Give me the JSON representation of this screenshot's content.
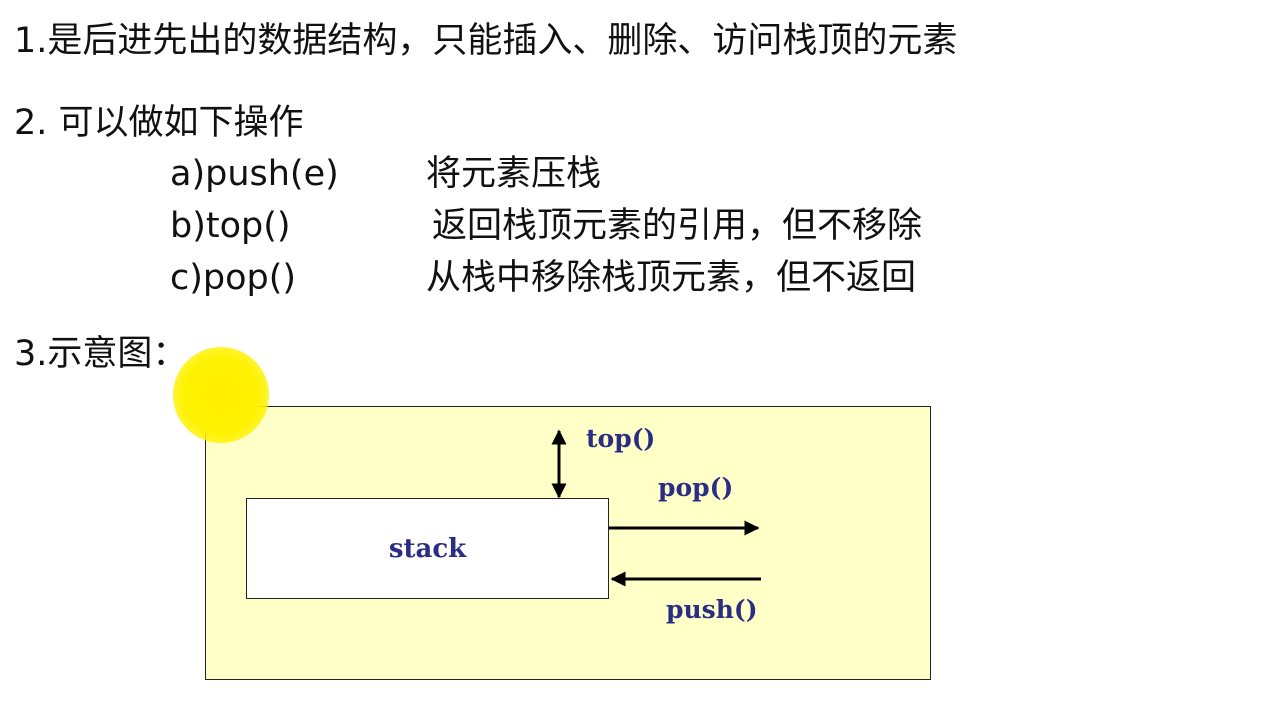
{
  "line1": "1.是后进先出的数据结构，只能插入、删除、访问栈顶的元素",
  "line2": "2. 可以做如下操作",
  "operations": [
    {
      "code": "a)push(e)",
      "desc": "将元素压栈"
    },
    {
      "code": "b)top()",
      "desc": "返回栈顶元素的引用，但不移除"
    },
    {
      "code": "c)pop()",
      "desc": "从栈中移除栈顶元素，但不返回"
    }
  ],
  "line3": "3.示意图：",
  "diagram": {
    "stack_label": "stack",
    "top_label": "top()",
    "pop_label": "pop()",
    "push_label": "push()",
    "colors": {
      "panel_background": "#ffffc8",
      "label_color": "#2b2c84",
      "highlight": "#fff200"
    }
  }
}
